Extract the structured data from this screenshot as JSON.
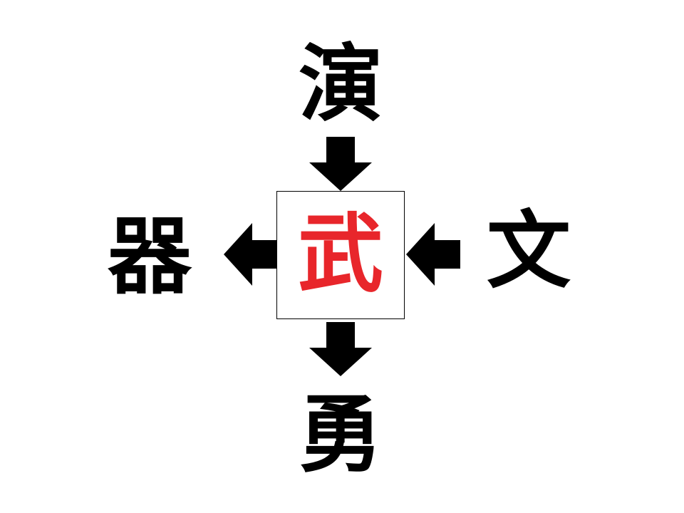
{
  "puzzle": {
    "top_kanji": "演",
    "bottom_kanji": "勇",
    "left_kanji": "器",
    "right_kanji": "文",
    "answer_kanji": "武"
  },
  "colors": {
    "text": "#000000",
    "answer": "#e8262b",
    "arrow": "#000000",
    "box_border": "#000000",
    "background": "#ffffff"
  },
  "icons": {
    "top": "arrow-down-icon",
    "bottom": "arrow-down-icon",
    "left": "arrow-left-icon",
    "right": "arrow-left-icon"
  }
}
